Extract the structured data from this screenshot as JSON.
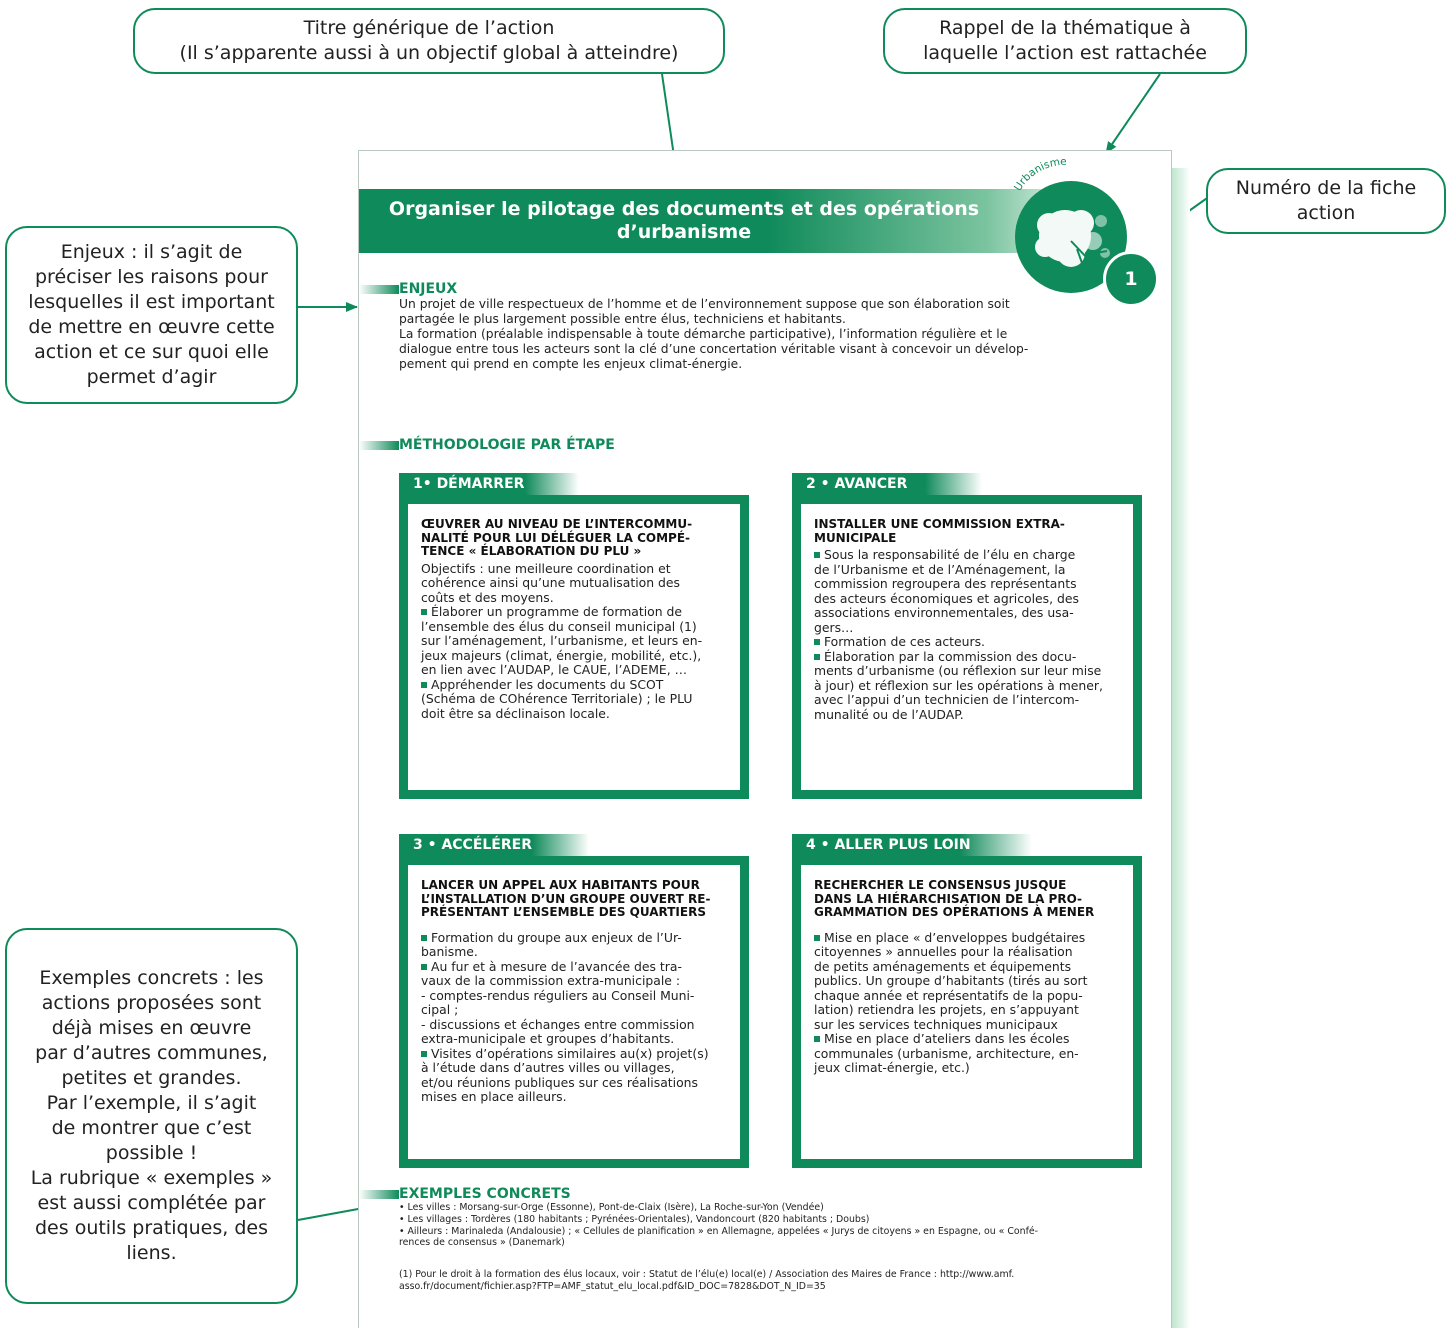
{
  "callouts": {
    "title": [
      "Titre générique de l’action",
      "(Il s’apparente aussi à un objectif global à atteindre)"
    ],
    "theme": [
      "Rappel de la thématique à",
      "laquelle l’action est rattachée"
    ],
    "number": [
      "Numéro de la fiche",
      "action"
    ],
    "enjeux": [
      "Enjeux : il s’agit de",
      "préciser les raisons pour",
      "lesquelles il est important",
      "de mettre en œuvre cette",
      "action et ce sur quoi elle",
      "permet d’agir"
    ],
    "exemples": [
      "Exemples concrets : les",
      "actions proposées sont",
      "déjà mises en œuvre",
      "par d’autres communes,",
      "petites et grandes.",
      "Par l’exemple, il s’agit",
      "de montrer que c’est",
      "possible !",
      "La rubrique « exemples »",
      "est aussi complétée par",
      "des outils pratiques, des",
      "liens."
    ]
  },
  "sheet": {
    "title_line1": "Organiser le pilotage des documents et des opérations",
    "title_line2": "d’urbanisme",
    "theme": "Urbanisme",
    "number": "1",
    "enjeux_heading": "ENJEUX",
    "enjeux_lines": [
      "Un projet de ville respectueux de l’homme et de l’environnement suppose que son élaboration soit",
      "partagée le plus largement possible entre élus, techniciens et habitants.",
      "La formation (préalable indispensable à toute démarche participative), l’information régulière et le",
      "dialogue entre tous les acteurs sont la clé d’une concertation véritable visant à concevoir un dévelop-",
      "pement qui prend en compte les enjeux climat-énergie."
    ],
    "method_heading": "MÉTHODOLOGIE PAR ÉTAPE",
    "steps": [
      {
        "tab": "1• DÉMARRER",
        "title_lines": [
          "ŒUVRER AU NIVEAU DE L’INTERCOMMU-",
          "NALITÉ POUR LUI DÉLÉGUER LA COMPÉ-",
          "TENCE « ÉLABORATION DU PLU »"
        ],
        "body_lines": [
          "Objectifs : une meilleure coordination et",
          "cohérence ainsi qu’une mutualisation des",
          "coûts et des moyens.",
          "Élaborer un programme de formation de",
          "l’ensemble des élus du conseil municipal (1)",
          "sur l’aménagement, l’urbanisme, et leurs en-",
          "jeux majeurs (climat, énergie, mobilité, etc.),",
          "en lien avec l’AUDAP, le CAUE, l’ADEME, …",
          "Appréhender les documents du SCOT",
          "(Schéma de COhérence Territoriale) ; le PLU",
          "doit être sa déclinaison locale."
        ]
      },
      {
        "tab": "2 • AVANCER",
        "title_lines": [
          "INSTALLER UNE COMMISSION EXTRA-",
          "MUNICIPALE"
        ],
        "body_lines": [
          "Sous la responsabilité de l’élu en charge",
          "de l’Urbanisme et de l’Aménagement, la",
          "commission regroupera des représentants",
          "des acteurs économiques et agricoles, des",
          "associations environnementales, des usa-",
          "gers…",
          "Formation de ces acteurs.",
          "Élaboration par la commission des docu-",
          "ments d’urbanisme (ou réflexion sur leur mise",
          "à jour) et réflexion sur les opérations à mener,",
          "avec l’appui d’un technicien de l’intercom-",
          "munalité ou de l’AUDAP."
        ]
      },
      {
        "tab": "3 • ACCÉLÉRER",
        "title_lines": [
          "LANCER UN APPEL AUX HABITANTS POUR",
          "L’INSTALLATION D’UN GROUPE OUVERT RE-",
          "PRÉSENTANT L’ENSEMBLE DES QUARTIERS"
        ],
        "body_lines": [
          "Formation du groupe aux enjeux de l’Ur-",
          "banisme.",
          "Au fur et à mesure de l’avancée des tra-",
          "vaux de la commission extra-municipale :",
          "- comptes-rendus réguliers au Conseil Muni-",
          "cipal ;",
          "- discussions et échanges entre commission",
          "extra-municipale et groupes d’habitants.",
          "Visites d’opérations similaires au(x) projet(s)",
          "à l’étude dans d’autres villes ou villages,",
          "et/ou réunions publiques sur ces réalisations",
          "mises en place ailleurs."
        ]
      },
      {
        "tab": "4 • ALLER PLUS LOIN",
        "title_lines": [
          "RECHERCHER LE CONSENSUS JUSQUE",
          "DANS LA HIÉRARCHISATION DE LA PRO-",
          "GRAMMATION DES OPÉRATIONS À MENER"
        ],
        "body_lines": [
          "Mise en place « d’enveloppes budgétaires",
          "citoyennes » annuelles pour la réalisation",
          "de petits aménagements et équipements",
          "publics. Un groupe d’habitants (tirés au sort",
          "chaque année et représentatifs de la popu-",
          "lation) retiendra les projets, en s’appuyant",
          "sur les services techniques municipaux",
          "Mise en place d’ateliers dans les écoles",
          "communales (urbanisme, architecture, en-",
          "jeux climat-énergie, etc.)"
        ]
      }
    ],
    "examples_heading": "EXEMPLES CONCRETS",
    "example_lines": [
      "• Les villes : Morsang-sur-Orge (Essonne), Pont-de-Claix (Isère), La Roche-sur-Yon (Vendée)",
      "• Les villages : Tordères (180 habitants ; Pyrénées-Orientales), Vandoncourt (820 habitants ; Doubs)",
      "• Ailleurs : Marinaleda (Andalousie) ; « Cellules de planification » en Allemagne, appelées « Jurys de citoyens » en Espagne, ou « Confé-",
      "rences de consensus » (Danemark)"
    ],
    "footnote_lines": [
      "(1) Pour le droit à la formation des élus locaux, voir : Statut de l’élu(e) local(e) / Association des Maires de France : http://www.amf.",
      "asso.fr/document/fichier.asp?FTP=AMF_statut_elu_local.pdf&ID_DOC=7828&DOT_N_ID=35"
    ]
  },
  "colors": {
    "green": "#0f8a5a",
    "callout_border": "#0f8a5a"
  }
}
